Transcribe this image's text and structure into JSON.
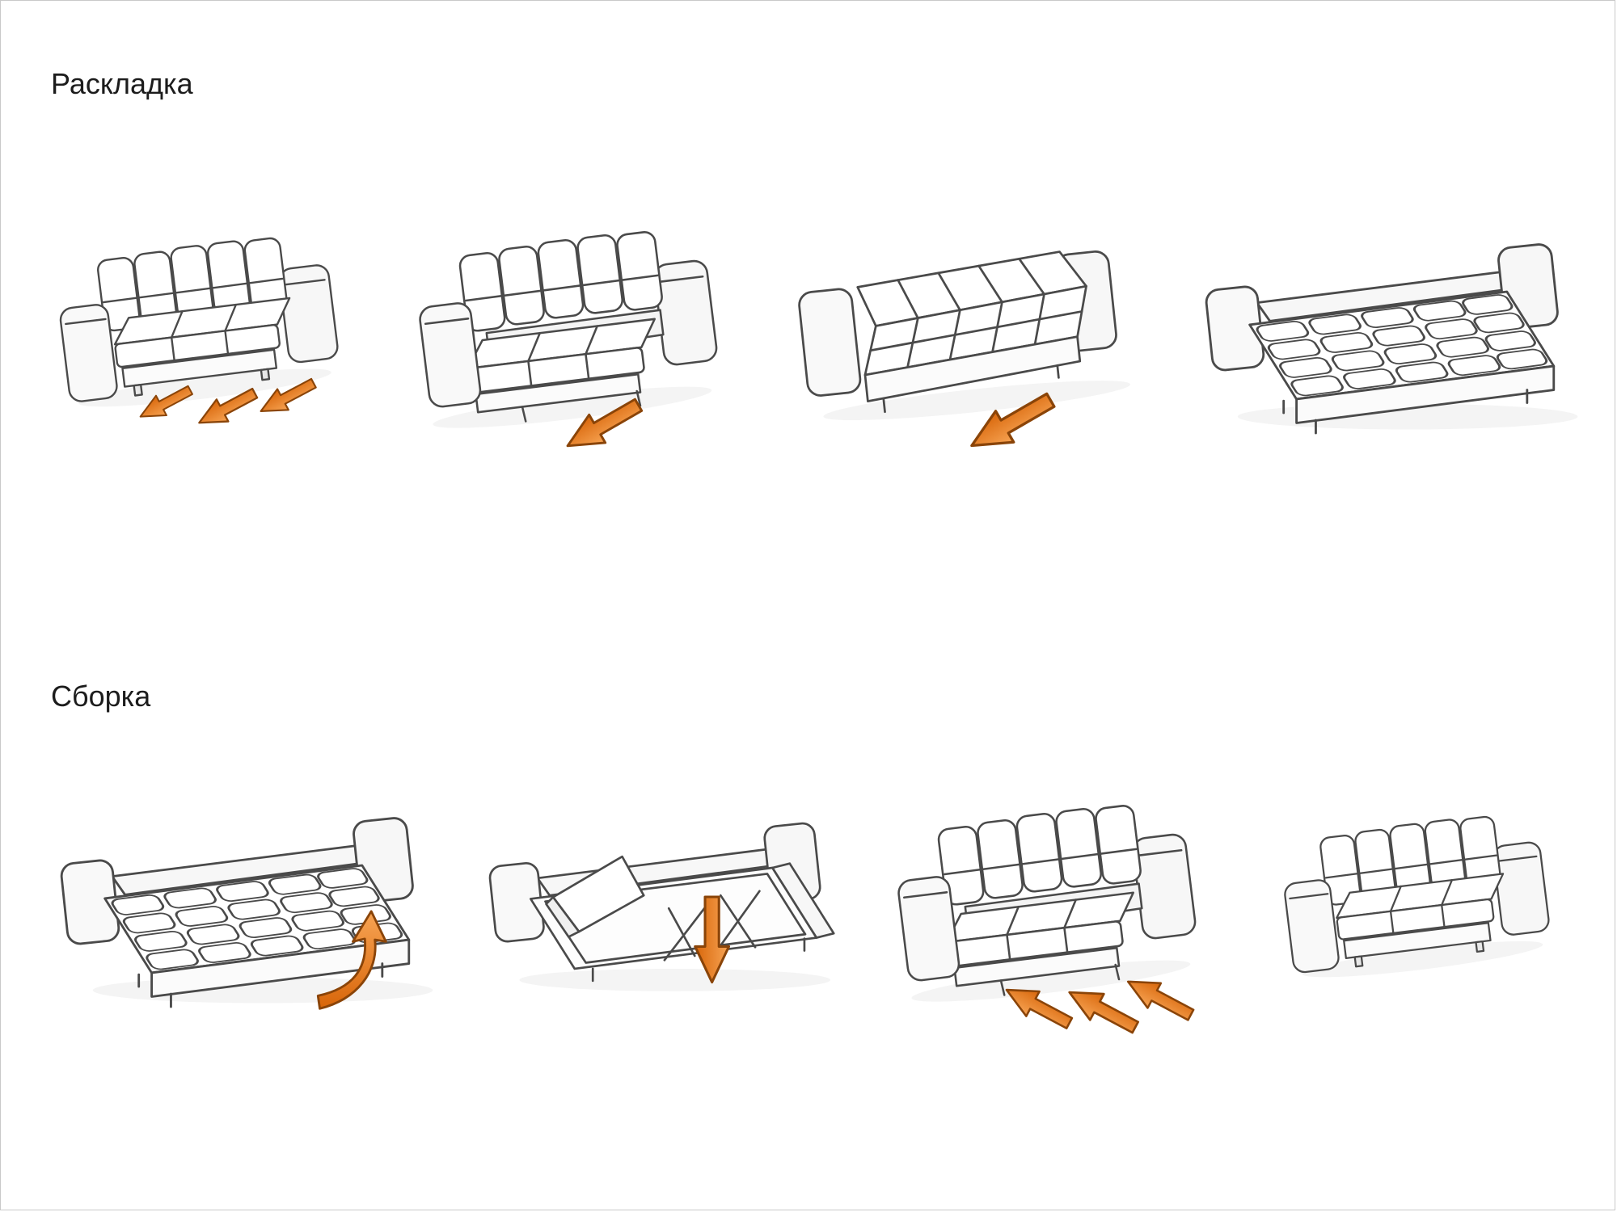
{
  "page": {
    "background": "#ffffff",
    "border_color": "#c9c9c9"
  },
  "colors": {
    "line": "#4a4a4a",
    "arrow_fill_light": "#f7a454",
    "arrow_fill_dark": "#d8660a",
    "arrow_outline": "#8a4408"
  },
  "sections": {
    "unfold": {
      "title": "Раскладка",
      "steps": [
        {
          "icon": "sofa-closed-icon",
          "arrows": {
            "count": 3,
            "direction": "pull-forward-down"
          }
        },
        {
          "icon": "sofa-seat-pulled-icon",
          "arrows": {
            "count": 1,
            "direction": "pull-forward-down"
          }
        },
        {
          "icon": "sofa-backrest-lowered-icon",
          "arrows": {
            "count": 1,
            "direction": "pull-forward-down"
          }
        },
        {
          "icon": "sofa-bed-unfolded-icon",
          "arrows": {
            "count": 0,
            "direction": "none"
          }
        }
      ]
    },
    "fold": {
      "title": "Сборка",
      "steps": [
        {
          "icon": "bed-lift-mattress-edge-icon",
          "arrows": {
            "count": 1,
            "direction": "curved-up"
          }
        },
        {
          "icon": "bed-fold-mechanism-icon",
          "arrows": {
            "count": 1,
            "direction": "straight-down"
          }
        },
        {
          "icon": "sofa-push-base-in-icon",
          "arrows": {
            "count": 3,
            "direction": "push-up-left"
          }
        },
        {
          "icon": "sofa-closed-icon",
          "arrows": {
            "count": 0,
            "direction": "none"
          }
        }
      ]
    }
  }
}
